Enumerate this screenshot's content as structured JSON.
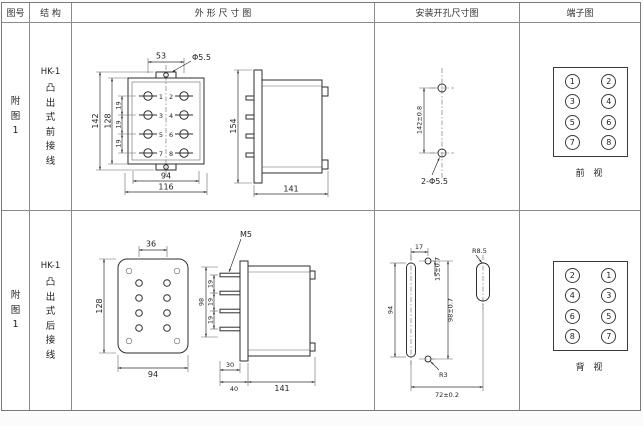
{
  "header": {
    "fig_no": "图号",
    "structure": "结 构",
    "outline": "外 形 尺 寸 图",
    "mounting": "安装开孔尺寸图",
    "terminal": "端子图"
  },
  "rows": [
    {
      "fig": [
        "附",
        "图",
        "1"
      ],
      "model": "HK-1",
      "structure": [
        "凸",
        "出",
        "式",
        "前",
        "接",
        "线"
      ],
      "front": {
        "dim_width_top": "53",
        "dim_hole": "Φ5.5",
        "dim_height_outer": "142",
        "dim_height_inner": "128",
        "pitch": [
          "19",
          "19",
          "19"
        ],
        "terminals": [
          "1",
          "2",
          "3",
          "4",
          "5",
          "6",
          "7",
          "8"
        ],
        "dim_width_inner": "94",
        "dim_width_outer": "116"
      },
      "side": {
        "dim_height": "154",
        "dim_depth": "141"
      },
      "mounting": {
        "dim_pitch": "142±0.8",
        "holes": "2-Φ5.5"
      },
      "terminal": {
        "cells": [
          "1",
          "2",
          "3",
          "4",
          "5",
          "6",
          "7",
          "8"
        ],
        "view": "前 视"
      }
    },
    {
      "fig": [
        "附",
        "图",
        "1"
      ],
      "model": "HK-1",
      "structure": [
        "凸",
        "出",
        "式",
        "后",
        "接",
        "线"
      ],
      "front": {
        "dim_width_top": "36",
        "dim_height": "128",
        "dim_width": "94"
      },
      "side": {
        "screw": "M5",
        "dim_span": "98",
        "pitch": [
          "19",
          "19",
          "19"
        ],
        "dim_stud": "30",
        "dim_base": "40",
        "dim_depth": "141"
      },
      "mounting": {
        "dim_offset_top": "17",
        "dim_offset_side": "15±0.7",
        "dim_slot_len": "94",
        "dim_pitch": "98±0.7",
        "radius_slot": "R8.5",
        "radius_hole": "R3",
        "dim_width": "72±0.2"
      },
      "terminal": {
        "cells": [
          "2",
          "1",
          "4",
          "3",
          "6",
          "5",
          "8",
          "7"
        ],
        "view": "背 视"
      }
    }
  ]
}
